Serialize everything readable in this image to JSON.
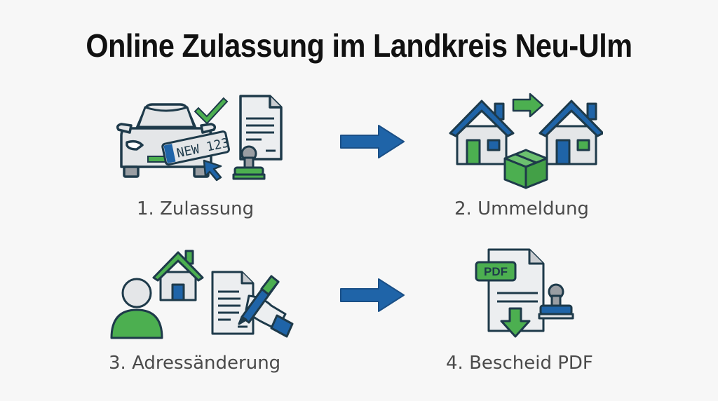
{
  "title": "Online Zulassung im Landkreis Neu-Ulm",
  "colors": {
    "blue": "#1f64a8",
    "green": "#4caf50",
    "outline": "#1e3a4a",
    "light_gray": "#e4e6e8",
    "label_text": "#4a4a4a",
    "title_text": "#111111",
    "background": "#f7f7f7"
  },
  "steps": [
    {
      "label": "1. Zulassung",
      "icon": "car-registration-icon",
      "plate_text": "NEW 123"
    },
    {
      "label": "2. Ummeldung",
      "icon": "house-move-icon"
    },
    {
      "label": "3. Adressänderung",
      "icon": "address-change-icon"
    },
    {
      "label": "4. Bescheid PDF",
      "icon": "pdf-notice-icon",
      "badge_text": "PDF"
    }
  ],
  "arrows": [
    {
      "from": 1,
      "to": 2
    },
    {
      "from": 3,
      "to": 4
    }
  ]
}
